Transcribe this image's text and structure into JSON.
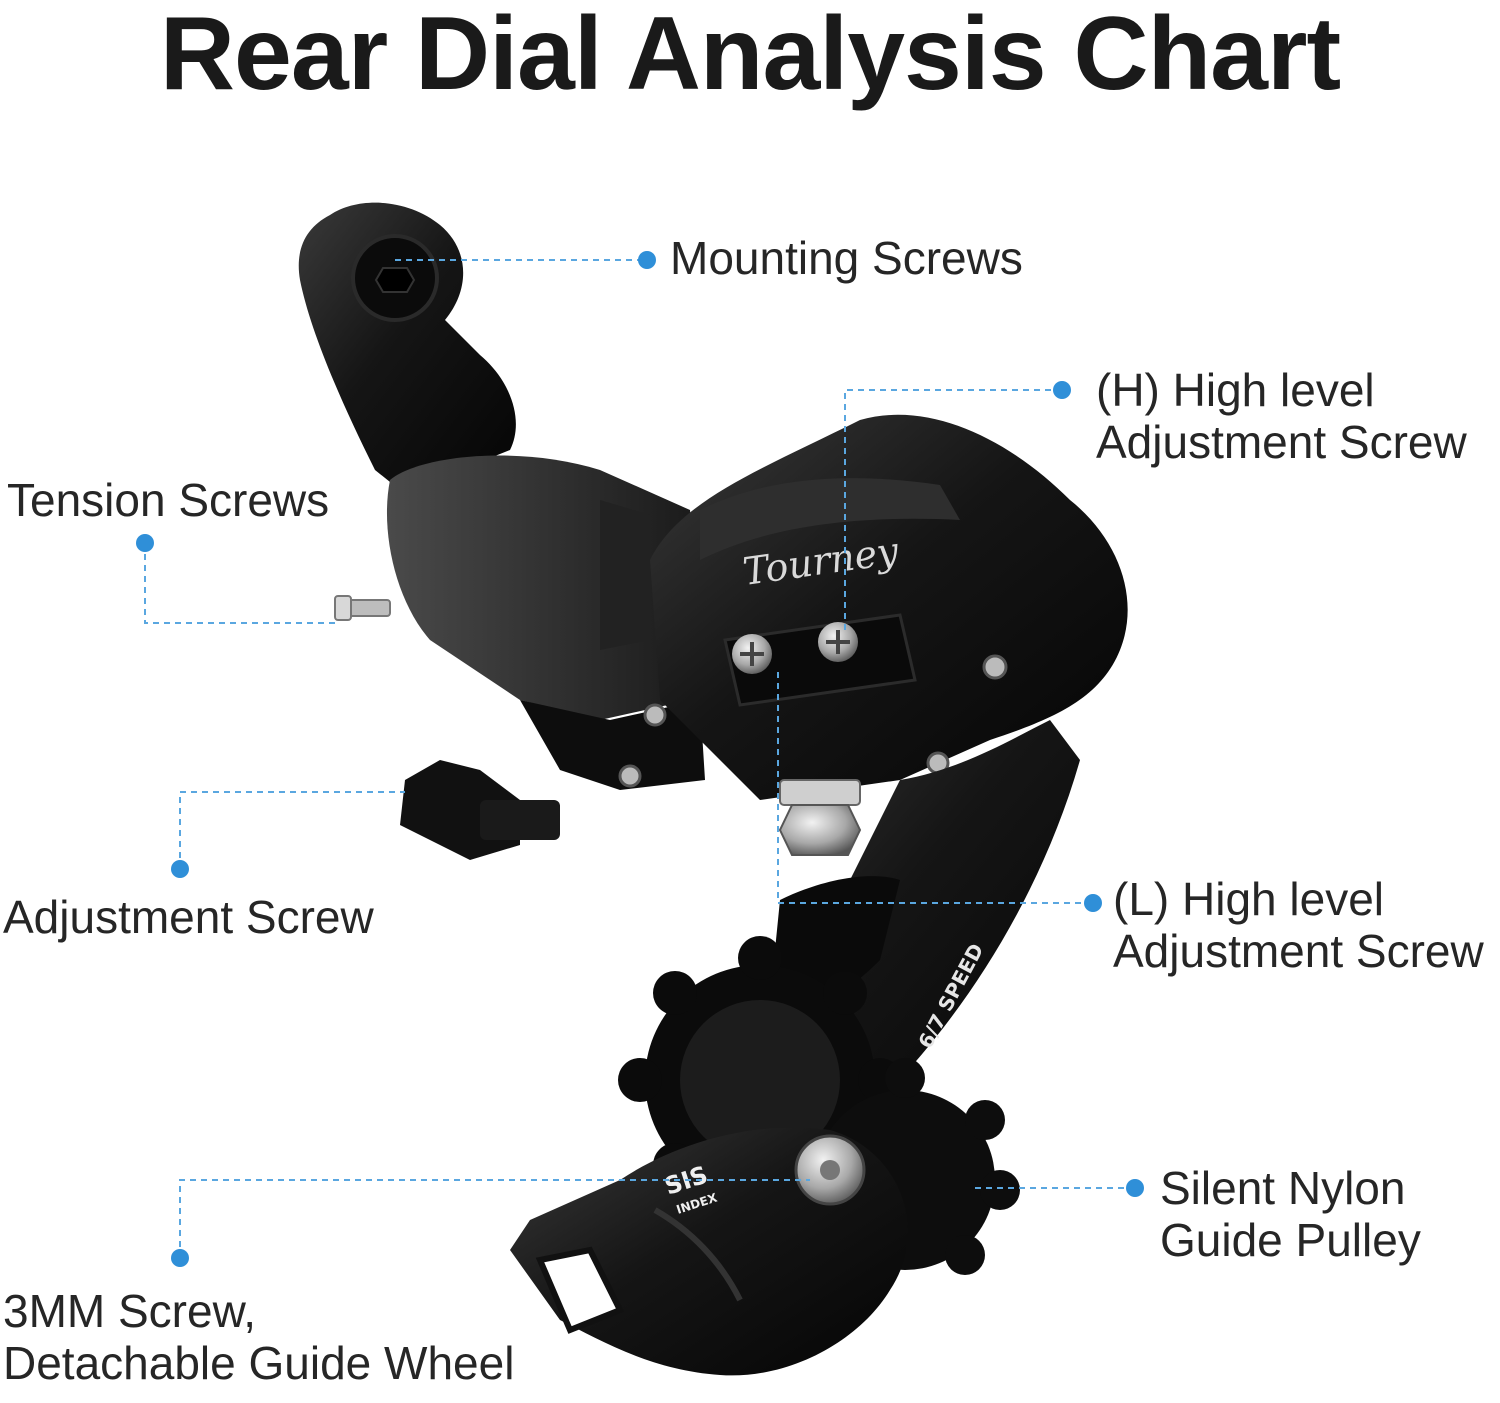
{
  "title": "Rear Dial Analysis Chart",
  "part": {
    "brand": "Tourney",
    "speed_text": "6/7 SPEED",
    "badge_top": "SIS",
    "badge_bottom": "INDEX"
  },
  "callouts": {
    "mounting": {
      "label": "Mounting Screws"
    },
    "tension": {
      "label": "Tension Screws"
    },
    "high_h": {
      "line1": "(H) High level",
      "line2": "Adjustment Screw"
    },
    "adjust": {
      "label": "Adjustment Screw"
    },
    "high_l": {
      "line1": "(L) High level",
      "line2": "Adjustment Screw"
    },
    "screw_3mm": {
      "line1": "3MM Screw,",
      "line2": "Detachable Guide Wheel"
    },
    "pulley": {
      "line1": "Silent Nylon",
      "line2": "Guide Pulley"
    }
  },
  "colors": {
    "callout_dot": "#2f8fd8",
    "leader_line": "#5aa7e0",
    "derailleur_body": "#111111",
    "text": "#262626"
  }
}
